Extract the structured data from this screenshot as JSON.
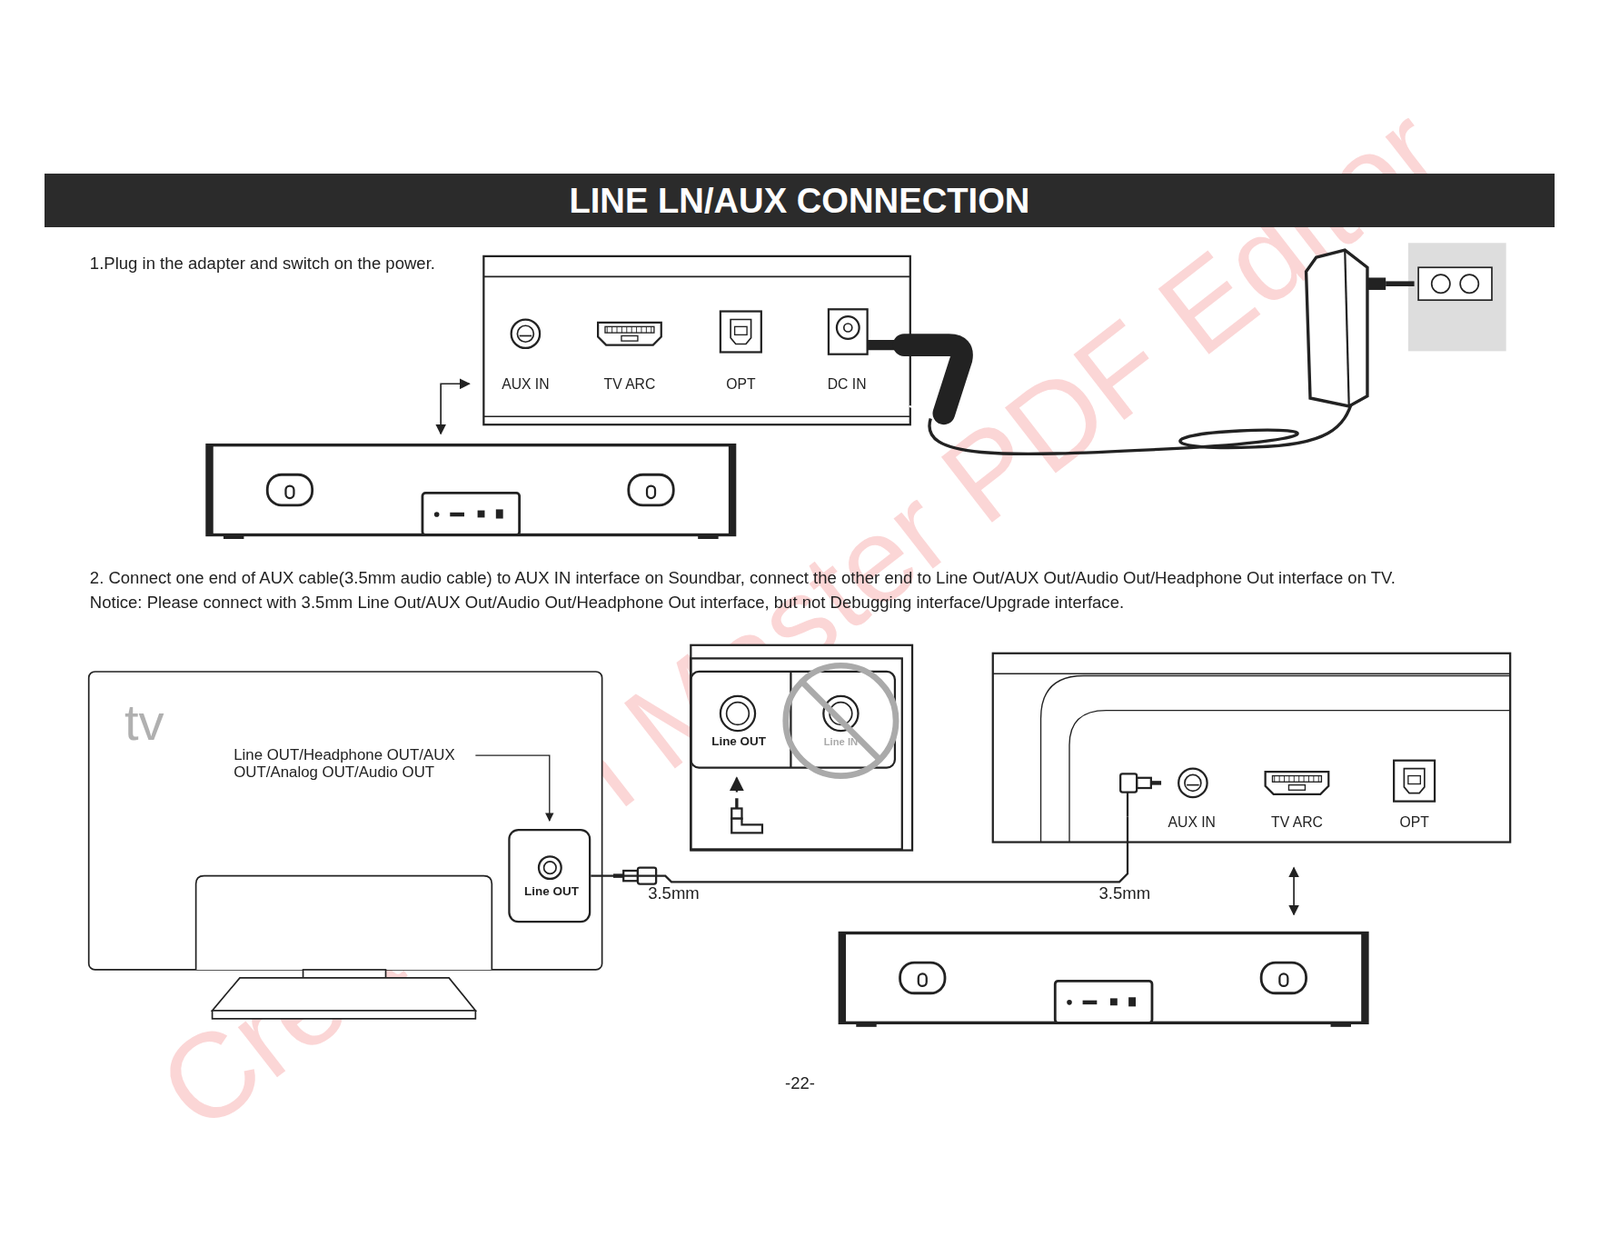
{
  "diagram": {
    "title": "LINE LN/AUX CONNECTION",
    "nodes": [
      {
        "text": [
          "AUX IN",
          "TV ARC",
          "OPT",
          "DC IN"
        ]
      },
      {
        "text": [
          "tv",
          "Line OUT/Headphone OUT/AUX OUT/Analog OUT/Audio OUT"
        ]
      },
      {
        "text": [
          "Line OUT"
        ],
        "in": 1
      },
      {
        "text": [
          "Line OUT"
        ]
      },
      {
        "text": [
          "Line IN"
        ]
      },
      {
        "text": [
          "AUX IN",
          "TV ARC",
          "OPT"
        ]
      }
    ],
    "edges": [
      {
        "from": 2,
        "to": 5,
        "arrow": "none"
      }
    ],
    "labels": [
      "1.Plug in the adapter and switch on the power.",
      "2. Connect one end of AUX cable(3.5mm audio cable) to AUX IN interface on Soundbar, connect the other end to Line Out/AUX Out/Audio Out/Headphone Out interface on TV.",
      "Notice: Please connect with 3.5mm Line Out/AUX Out/Audio Out/Headphone Out interface, but not Debugging interface/Upgrade interface.",
      "3.5mm",
      "3.5mm",
      "-22-",
      "Created in Master PDF Editor"
    ]
  }
}
